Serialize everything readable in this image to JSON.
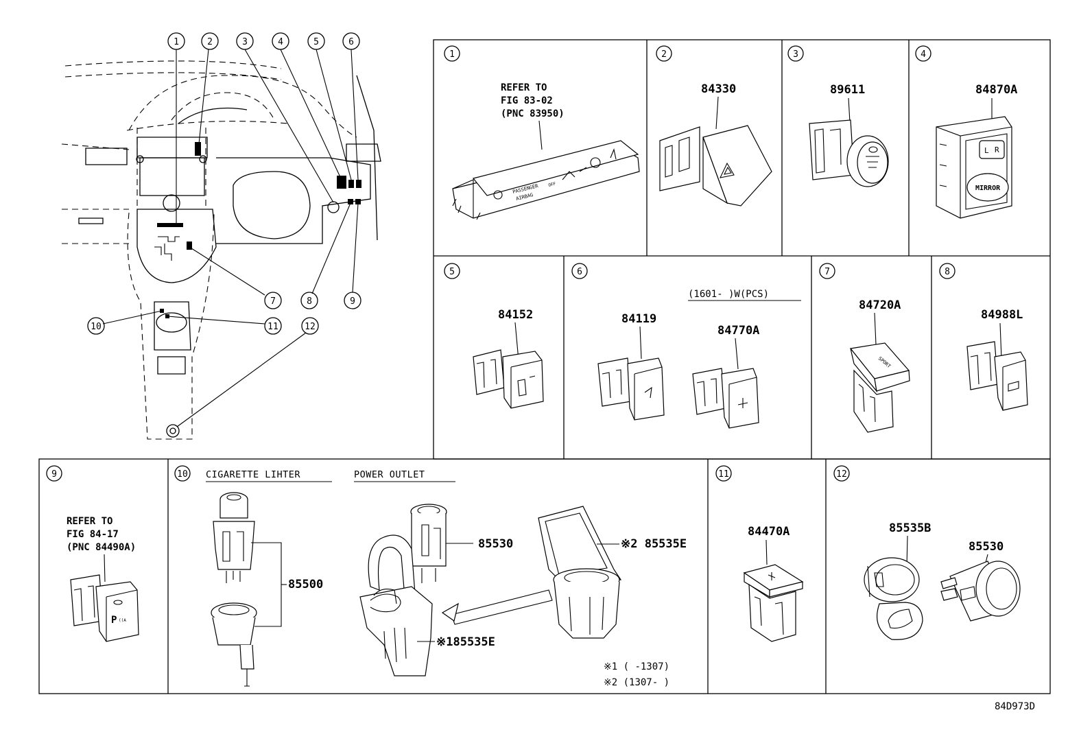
{
  "diagram": {
    "code": "84D973D",
    "overview_callouts": [
      "1",
      "2",
      "3",
      "4",
      "5",
      "6",
      "7",
      "8",
      "9",
      "10",
      "11",
      "12"
    ],
    "panels": [
      {
        "id": "1",
        "note": [
          "REFER TO",
          "FIG 83-02",
          "(PNC 83950)"
        ],
        "part_labels": [
          "PASSENGER",
          "AIRBAG",
          "OFF"
        ]
      },
      {
        "id": "2",
        "parts": [
          "84330"
        ]
      },
      {
        "id": "3",
        "parts": [
          "89611"
        ]
      },
      {
        "id": "4",
        "parts": [
          "84870A"
        ],
        "part_labels": [
          "L",
          "R",
          "MIRROR"
        ]
      },
      {
        "id": "5",
        "parts": [
          "84152"
        ]
      },
      {
        "id": "6",
        "parts": [
          "84119",
          "84770A"
        ],
        "condition": "(1601-    )W(PCS)"
      },
      {
        "id": "7",
        "parts": [
          "84720A"
        ]
      },
      {
        "id": "8",
        "parts": [
          "84988L"
        ]
      },
      {
        "id": "9",
        "note": [
          "REFER TO",
          "FIG 84-17",
          "(PNC 84490A)"
        ]
      },
      {
        "id": "10",
        "headings": [
          "CIGARETTE LIHTER",
          "POWER OUTLET"
        ],
        "parts": [
          "85500",
          "85530",
          "※2 85535E",
          "※185535E"
        ],
        "footnotes": [
          "※1 (      -1307)",
          "※2 (1307-      )"
        ]
      },
      {
        "id": "11",
        "parts": [
          "84470A"
        ]
      },
      {
        "id": "12",
        "parts": [
          "85535B",
          "85530"
        ]
      }
    ]
  }
}
